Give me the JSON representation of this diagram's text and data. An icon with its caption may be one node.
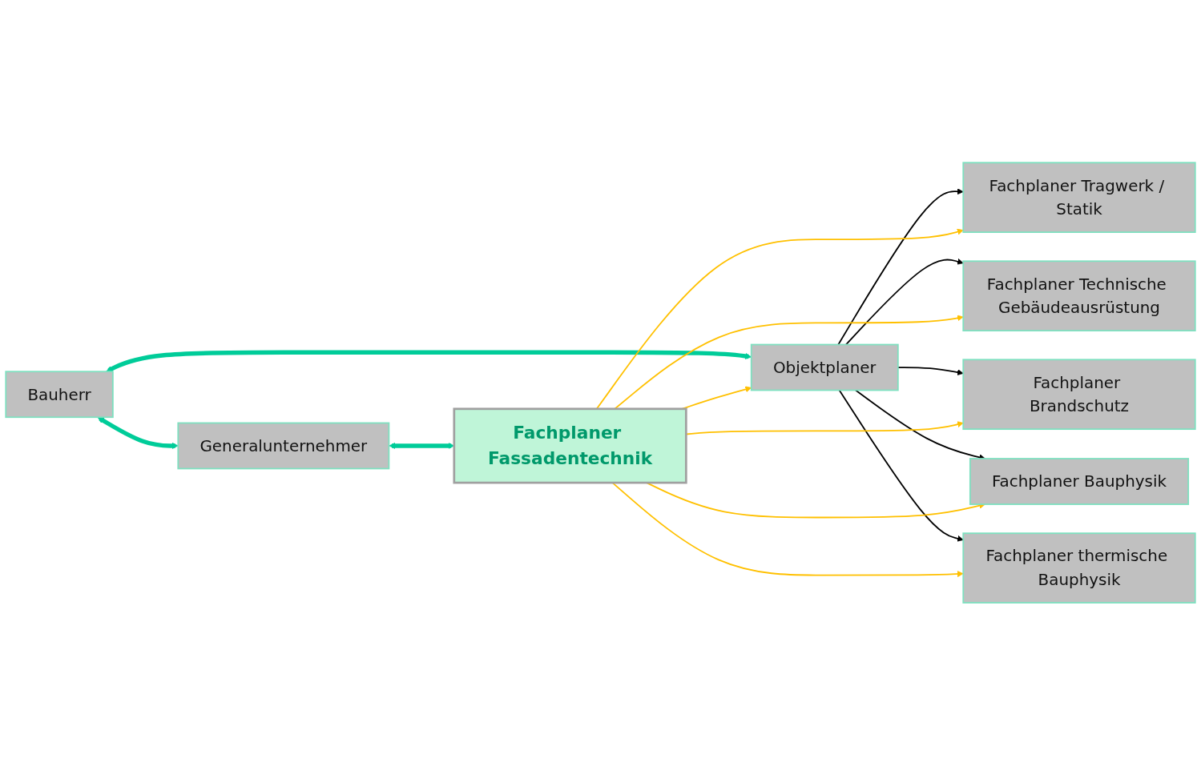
{
  "diagram": {
    "nodes": [
      {
        "text": [
          "Bauherr"
        ]
      },
      {
        "text": [
          "Generalunternehmer"
        ]
      },
      {
        "text": [
          "Fachplaner Tragwerk / Statik"
        ]
      },
      {
        "text": [
          "Objektplaner"
        ]
      },
      {
        "text": [
          "Fachplaner Fassadentechnik"
        ]
      },
      {
        "text": [
          "Fachplaner Technische Gebäudeausrüstung"
        ]
      },
      {
        "text": [
          "Fachplaner Brandschutz"
        ]
      },
      {
        "text": [
          "Fachplaner Bauphysik"
        ]
      },
      {
        "text": [
          "Fachplaner thermische Bauphysik"
        ]
      }
    ],
    "edges": [
      {
        "from": 0,
        "to": 1,
        "arrow": "both",
        "style": "thick",
        "color": "#00cc99"
      },
      {
        "from": 0,
        "to": 3,
        "arrow": "both",
        "style": "thick",
        "color": "#00cc99"
      },
      {
        "from": 1,
        "to": 4,
        "arrow": "both",
        "style": "thick",
        "color": "#00cc99"
      },
      {
        "from": 3,
        "to": 2,
        "arrow": "to",
        "color": "#000000"
      },
      {
        "from": 3,
        "to": 5,
        "arrow": "to",
        "color": "#000000"
      },
      {
        "from": 3,
        "to": 6,
        "arrow": "to",
        "color": "#000000"
      },
      {
        "from": 3,
        "to": 7,
        "arrow": "to",
        "color": "#000000"
      },
      {
        "from": 3,
        "to": 8,
        "arrow": "to",
        "color": "#000000"
      },
      {
        "from": 4,
        "to": 3,
        "arrow": "to",
        "color": "#ffc000"
      },
      {
        "from": 4,
        "to": 2,
        "arrow": "to",
        "color": "#ffc000"
      },
      {
        "from": 4,
        "to": 5,
        "arrow": "to",
        "color": "#ffc000"
      },
      {
        "from": 4,
        "to": 6,
        "arrow": "to",
        "color": "#ffc000"
      },
      {
        "from": 4,
        "to": 7,
        "arrow": "to",
        "color": "#ffc000"
      },
      {
        "from": 4,
        "to": 8,
        "arrow": "to",
        "color": "#ffc000"
      }
    ]
  }
}
